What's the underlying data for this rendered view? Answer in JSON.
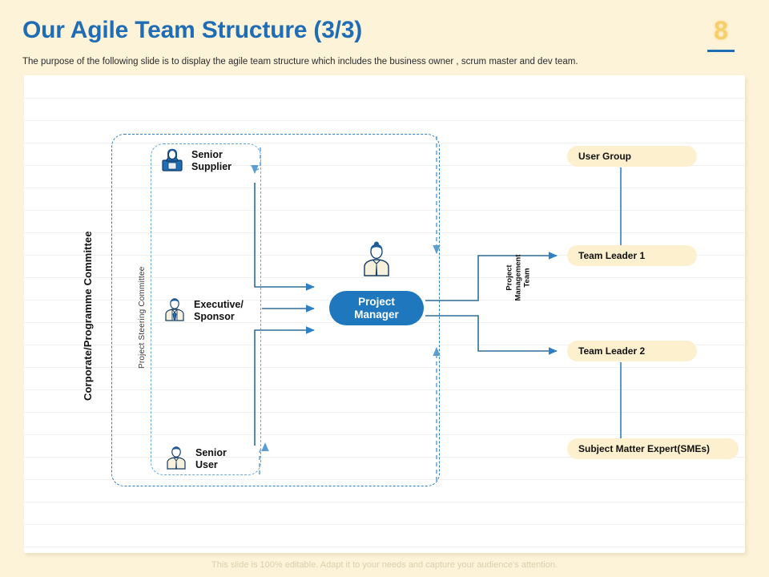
{
  "header": {
    "title": "Our Agile Team Structure (3/3)",
    "subtitle": "The purpose of the following slide is to display the agile team structure which includes the business owner , scrum master and dev team.",
    "page_number": "8"
  },
  "colors": {
    "slide_background": "#fdf3d8",
    "canvas": "#ffffff",
    "title_blue": "#1f6db5",
    "page_number_gold": "#f7cf6a",
    "pill_blue": "#1f78bd",
    "pill_cream": "#fdf0cf",
    "connector_blue": "#2f7fc4",
    "dashed_outer": "#2f7fc4",
    "dashed_inner": "#6aa6d8",
    "footer_text": "#d9cfae"
  },
  "diagram": {
    "group_labels": {
      "corporate": "Corporate/Programme Committee",
      "steering": "Project Steering Committee",
      "project_management_team": "Project Management Team"
    },
    "roles": [
      {
        "id": "senior-supplier",
        "line1": "Senior",
        "line2": "Supplier",
        "icon": "person-female-laptop-icon"
      },
      {
        "id": "executive-sponsor",
        "line1": "Executive/",
        "line2": "Sponsor",
        "icon": "person-male-tie-icon"
      },
      {
        "id": "senior-user",
        "line1": "Senior",
        "line2": "User",
        "icon": "person-male-shirt-icon"
      }
    ],
    "project_manager": {
      "line1": "Project",
      "line2": "Manager",
      "icon": "person-manager-icon"
    },
    "outputs": [
      {
        "id": "user-group",
        "label": "User Group"
      },
      {
        "id": "team-leader-1",
        "label": "Team Leader 1"
      },
      {
        "id": "team-leader-2",
        "label": "Team Leader 2"
      },
      {
        "id": "sme",
        "label": "Subject Matter Expert(SMEs)"
      }
    ]
  },
  "footer": {
    "note": "This slide is 100% editable. Adapt it to your needs and capture your audience's attention."
  }
}
